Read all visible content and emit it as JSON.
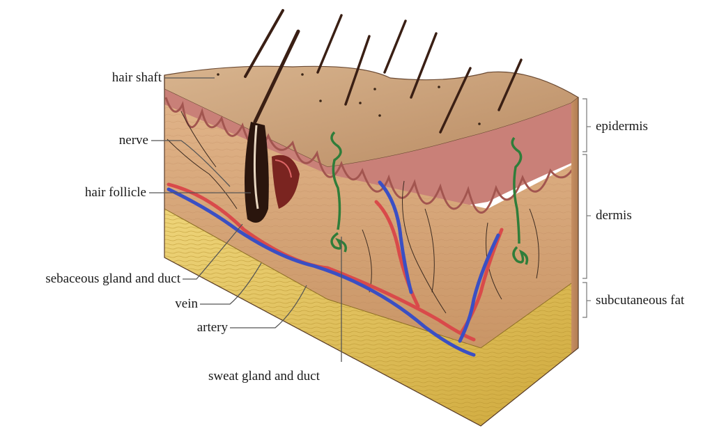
{
  "labels": {
    "hair_shaft": "hair shaft",
    "nerve": "nerve",
    "hair_follicle": "hair follicle",
    "sebaceous_gland": "sebaceous gland and duct",
    "vein": "vein",
    "artery": "artery",
    "sweat_gland": "sweat gland and duct",
    "epidermis": "epidermis",
    "dermis": "dermis",
    "subcutaneous_fat": "subcutaneous fat"
  },
  "colors": {
    "epidermis_top": "#c9a07a",
    "dermis": "#d9a77c",
    "dermis_pink": "#c8747a",
    "fat": "#e2c45a",
    "artery": "#d94a4a",
    "vein": "#3a4fc4",
    "sweat_gland": "#2f7d3a",
    "hair": "#3a1f14",
    "leader": "#555555"
  }
}
